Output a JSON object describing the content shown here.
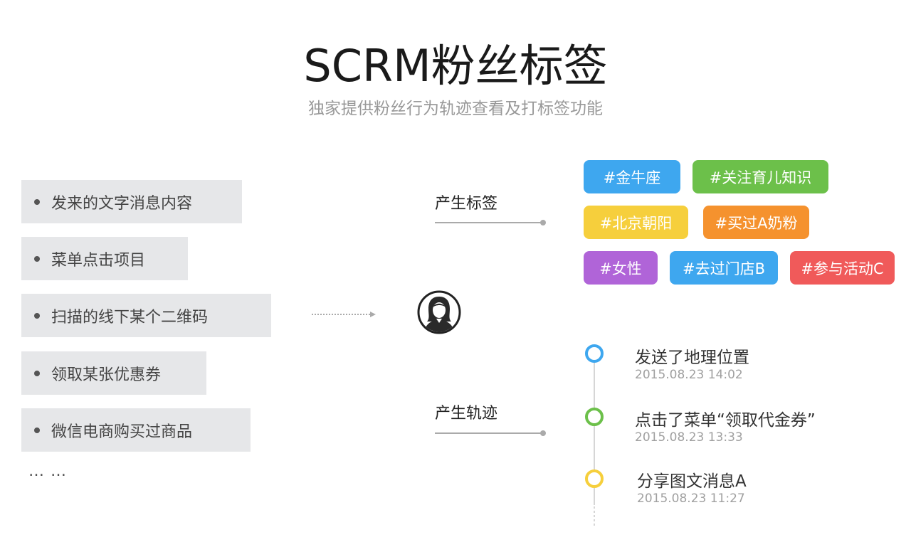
{
  "header": {
    "title": "SCRM粉丝标签",
    "subtitle": "独家提供粉丝行为轨迹查看及打标签功能"
  },
  "behaviors": [
    "发来的文字消息内容",
    "菜单点击项目",
    "扫描的线下某个二维码",
    "领取某张优惠券",
    "微信电商购买过商品"
  ],
  "behaviors_more": "… …",
  "branches": {
    "tags_label": "产生标签",
    "track_label": "产生轨迹"
  },
  "tags": [
    {
      "label": "#金牛座",
      "color": "#3ea7ef"
    },
    {
      "label": "#关注育儿知识",
      "color": "#6cc04a"
    },
    {
      "label": "#北京朝阳",
      "color": "#f6cf3c"
    },
    {
      "label": "#买过A奶粉",
      "color": "#f5922e"
    },
    {
      "label": "#女性",
      "color": "#b064d8"
    },
    {
      "label": "#去过门店B",
      "color": "#3ea7ef"
    },
    {
      "label": "#参与活动C",
      "color": "#f05a5a"
    }
  ],
  "timeline": [
    {
      "title": "发送了地理位置",
      "time": "2015.08.23  14:02",
      "color": "#3ea7ef"
    },
    {
      "title": "点击了菜单“领取代金券”",
      "time": "2015.08.23  13:33",
      "color": "#6cc04a"
    },
    {
      "title": "分享图文消息A",
      "time": "2015.08.23  11:27",
      "color": "#f6cf3c"
    }
  ]
}
